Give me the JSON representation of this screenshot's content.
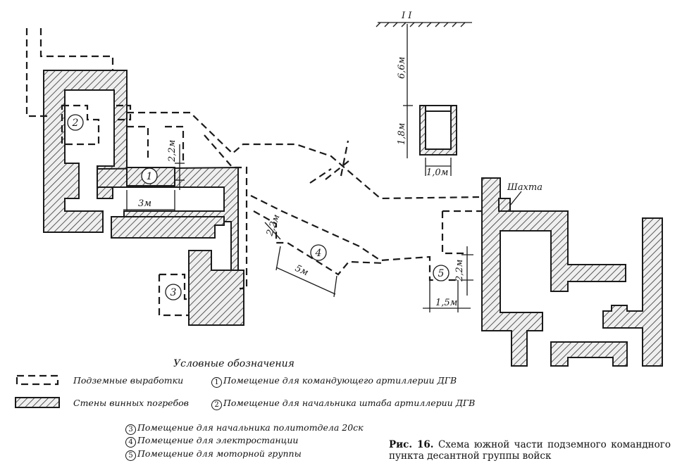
{
  "diagram": {
    "room_numbers": [
      "1",
      "2",
      "3",
      "4",
      "5"
    ],
    "dimensions": {
      "d1": "2,2м",
      "d2": "3м",
      "d3": "2,2м",
      "d4": "5м",
      "d5": "2,2м",
      "d6": "1,5м",
      "d7": "6,6м",
      "d8": "1,8м",
      "d9": "1,0м"
    },
    "section_label": "I  I",
    "shaft_label": "Шахта"
  },
  "legend": {
    "title": "Условные обозначения",
    "dashed": "Подземные выработки",
    "hatched": "Стены винных погребов",
    "rooms": [
      {
        "n": "1",
        "text": "Помещение для командующего артиллерии ДГВ"
      },
      {
        "n": "2",
        "text": "Помещение для начальника штаба артиллерии ДГВ"
      },
      {
        "n": "3",
        "text": "Помещение для начальника политотдела 20ск"
      },
      {
        "n": "4",
        "text": "Помещение для электростанции"
      },
      {
        "n": "5",
        "text": "Помещение для моторной группы"
      }
    ]
  },
  "caption": {
    "prefix": "Рис.  16.",
    "text": " Схема  южной  части  подземного командного пункта десантной группы войск"
  }
}
